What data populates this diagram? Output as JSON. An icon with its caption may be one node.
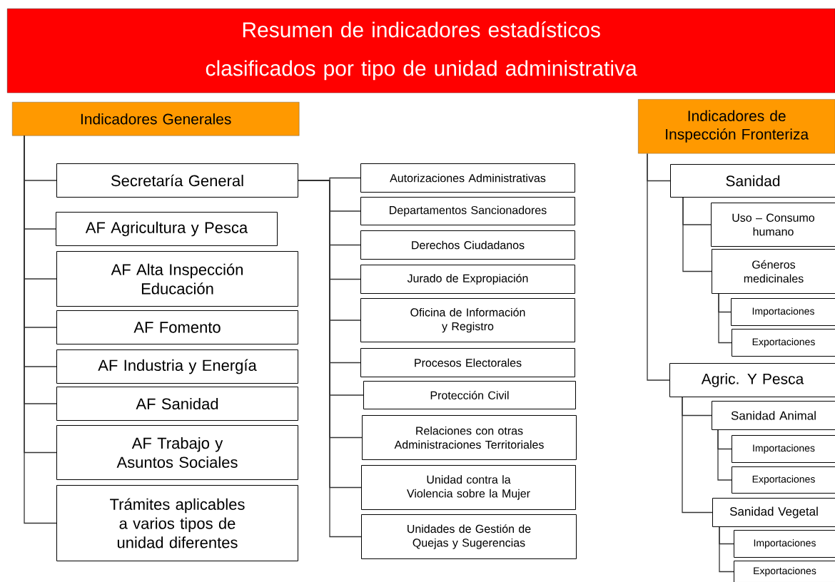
{
  "diagram": {
    "nodes": [
      {
        "text": [
          "Resumen de indicadores estadísticos clasificados por tipo de unidad administrativa"
        ]
      },
      {
        "text": [
          "Indicadores Generales"
        ]
      },
      {
        "text": [
          "Secretaría General"
        ]
      },
      {
        "text": [
          "AF Agricultura y Pesca"
        ]
      },
      {
        "text": [
          "AF Alta Inspección Educación"
        ]
      },
      {
        "text": [
          "AF Fomento"
        ]
      },
      {
        "text": [
          "AF Industria y Energía"
        ]
      },
      {
        "text": [
          "AF Sanidad"
        ]
      },
      {
        "text": [
          "AF Trabajo y Asuntos Sociales"
        ]
      },
      {
        "text": [
          "Trámites aplicables a varios tipos de unidad diferentes"
        ]
      },
      {
        "text": [
          "Autorizaciones Administrativas"
        ]
      },
      {
        "text": [
          "Departamentos Sancionadores"
        ]
      },
      {
        "text": [
          "Derechos Ciudadanos"
        ]
      },
      {
        "text": [
          "Jurado de Expropiación"
        ]
      },
      {
        "text": [
          "Oficina de Información y Registro"
        ]
      },
      {
        "text": [
          "Procesos Electorales"
        ]
      },
      {
        "text": [
          "Protección Civil"
        ]
      },
      {
        "text": [
          "Relaciones con otras Administraciones Territoriales"
        ]
      },
      {
        "text": [
          "Unidad contra la Violencia sobre la Mujer"
        ]
      },
      {
        "text": [
          "Unidades de Gestión de Quejas y Sugerencias"
        ]
      },
      {
        "text": [
          "Indicadores de Inspección Fronteriza"
        ]
      },
      {
        "text": [
          "Sanidad"
        ]
      },
      {
        "text": [
          "Uso – Consumo humano"
        ]
      },
      {
        "text": [
          "Géneros medicinales"
        ]
      },
      {
        "text": [
          "Importaciones"
        ]
      },
      {
        "text": [
          "Exportaciones"
        ]
      },
      {
        "text": [
          "Agric. Y Pesca"
        ]
      },
      {
        "text": [
          "Sanidad Animal"
        ]
      },
      {
        "text": [
          "Importaciones"
        ]
      },
      {
        "text": [
          "Exportaciones"
        ]
      },
      {
        "text": [
          "Sanidad Vegetal"
        ]
      },
      {
        "text": [
          "Importaciones"
        ]
      },
      {
        "text": [
          "Exportaciones"
        ]
      }
    ],
    "edges": [
      {
        "from": 1,
        "to": 2,
        "arrow": "none"
      },
      {
        "from": 1,
        "to": 3,
        "arrow": "none"
      },
      {
        "from": 1,
        "to": 4,
        "arrow": "none"
      },
      {
        "from": 1,
        "to": 5,
        "arrow": "none"
      },
      {
        "from": 1,
        "to": 6,
        "arrow": "none"
      },
      {
        "from": 1,
        "to": 7,
        "arrow": "none"
      },
      {
        "from": 1,
        "to": 8,
        "arrow": "none"
      },
      {
        "from": 1,
        "to": 9,
        "arrow": "none"
      },
      {
        "from": 2,
        "to": 10,
        "arrow": "none"
      },
      {
        "from": 2,
        "to": 11,
        "arrow": "none"
      },
      {
        "from": 2,
        "to": 12,
        "arrow": "none"
      },
      {
        "from": 2,
        "to": 13,
        "arrow": "none"
      },
      {
        "from": 2,
        "to": 14,
        "arrow": "none"
      },
      {
        "from": 2,
        "to": 15,
        "arrow": "none"
      },
      {
        "from": 2,
        "to": 16,
        "arrow": "none"
      },
      {
        "from": 2,
        "to": 17,
        "arrow": "none"
      },
      {
        "from": 2,
        "to": 18,
        "arrow": "none"
      },
      {
        "from": 2,
        "to": 19,
        "arrow": "none"
      },
      {
        "from": 20,
        "to": 21,
        "arrow": "none"
      },
      {
        "from": 20,
        "to": 26,
        "arrow": "none"
      },
      {
        "from": 21,
        "to": 22,
        "arrow": "none"
      },
      {
        "from": 21,
        "to": 23,
        "arrow": "none"
      },
      {
        "from": 23,
        "to": 24,
        "arrow": "none"
      },
      {
        "from": 23,
        "to": 25,
        "arrow": "none"
      },
      {
        "from": 26,
        "to": 27,
        "arrow": "none"
      },
      {
        "from": 26,
        "to": 30,
        "arrow": "none"
      },
      {
        "from": 27,
        "to": 28,
        "arrow": "none"
      },
      {
        "from": 27,
        "to": 29,
        "arrow": "none"
      },
      {
        "from": 30,
        "to": 31,
        "arrow": "none"
      },
      {
        "from": 30,
        "to": 32,
        "arrow": "none"
      }
    ]
  }
}
